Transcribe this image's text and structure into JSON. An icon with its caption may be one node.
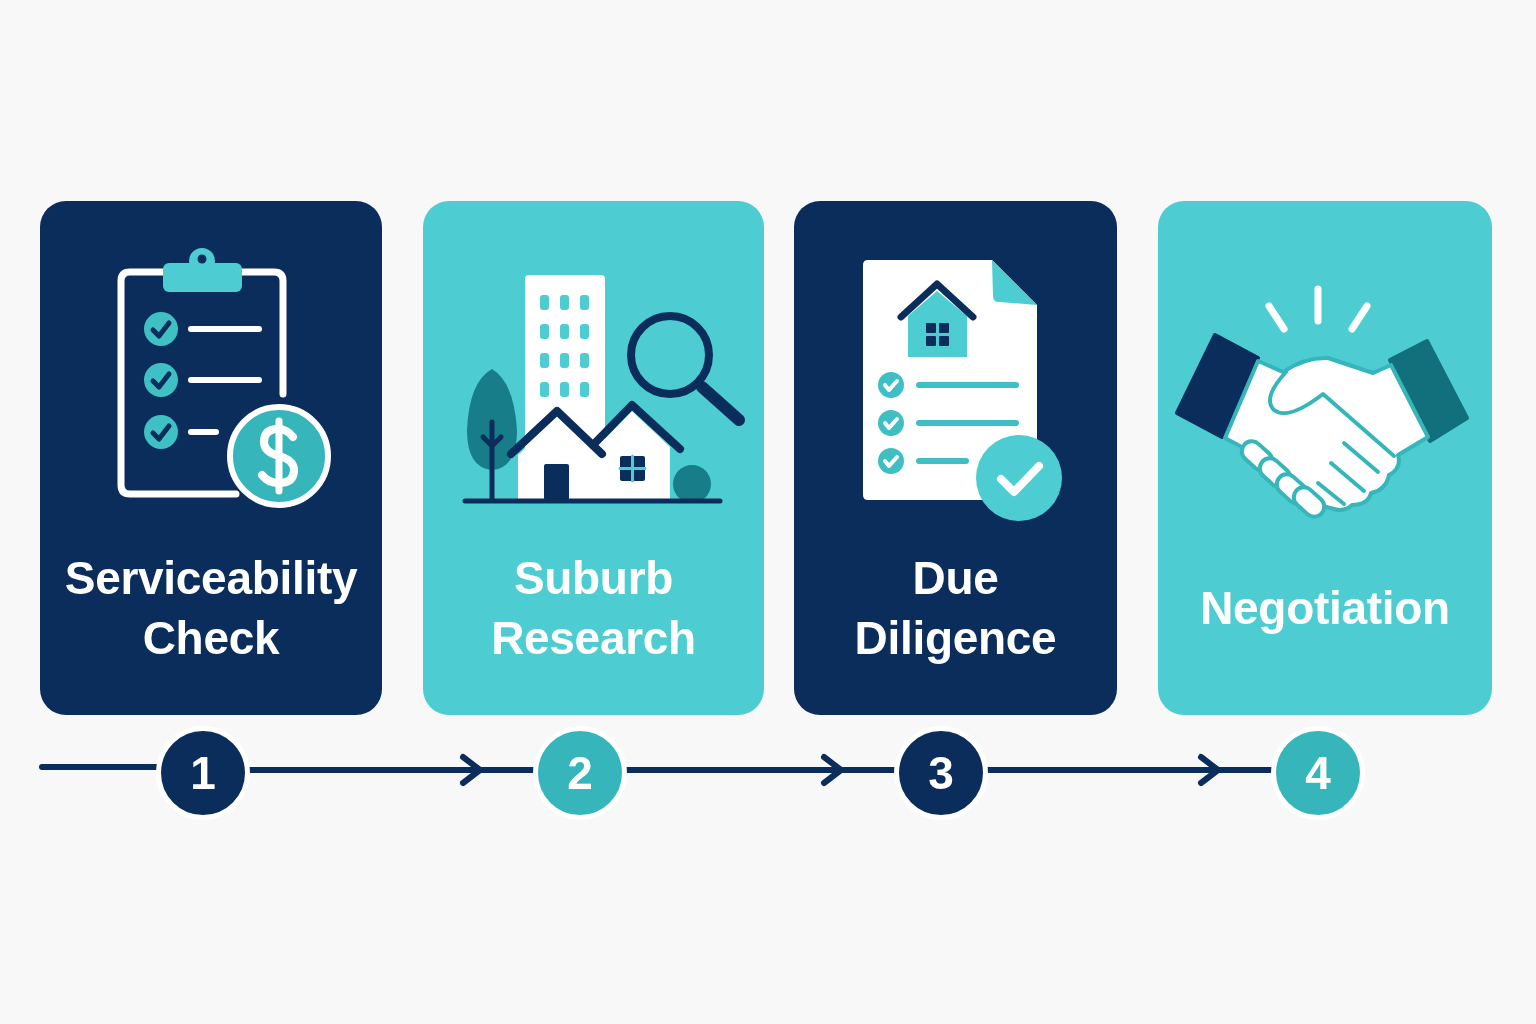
{
  "diagram": {
    "nodes": [
      {
        "text": [
          "Serviceability Check"
        ]
      },
      {
        "text": [
          "Suburb Research"
        ]
      },
      {
        "text": [
          "Due Diligence"
        ]
      },
      {
        "text": [
          "Negotiation"
        ]
      },
      {
        "text": [
          "1"
        ]
      },
      {
        "text": [
          "2"
        ]
      },
      {
        "text": [
          "3"
        ]
      },
      {
        "text": [
          "4"
        ]
      }
    ],
    "edges": [
      {
        "from": null,
        "to": 4,
        "arrow": "none"
      },
      {
        "from": 4,
        "to": 5,
        "arrow": "to"
      },
      {
        "from": 5,
        "to": 6,
        "arrow": "to"
      },
      {
        "from": 6,
        "to": 7,
        "arrow": "to"
      }
    ]
  }
}
